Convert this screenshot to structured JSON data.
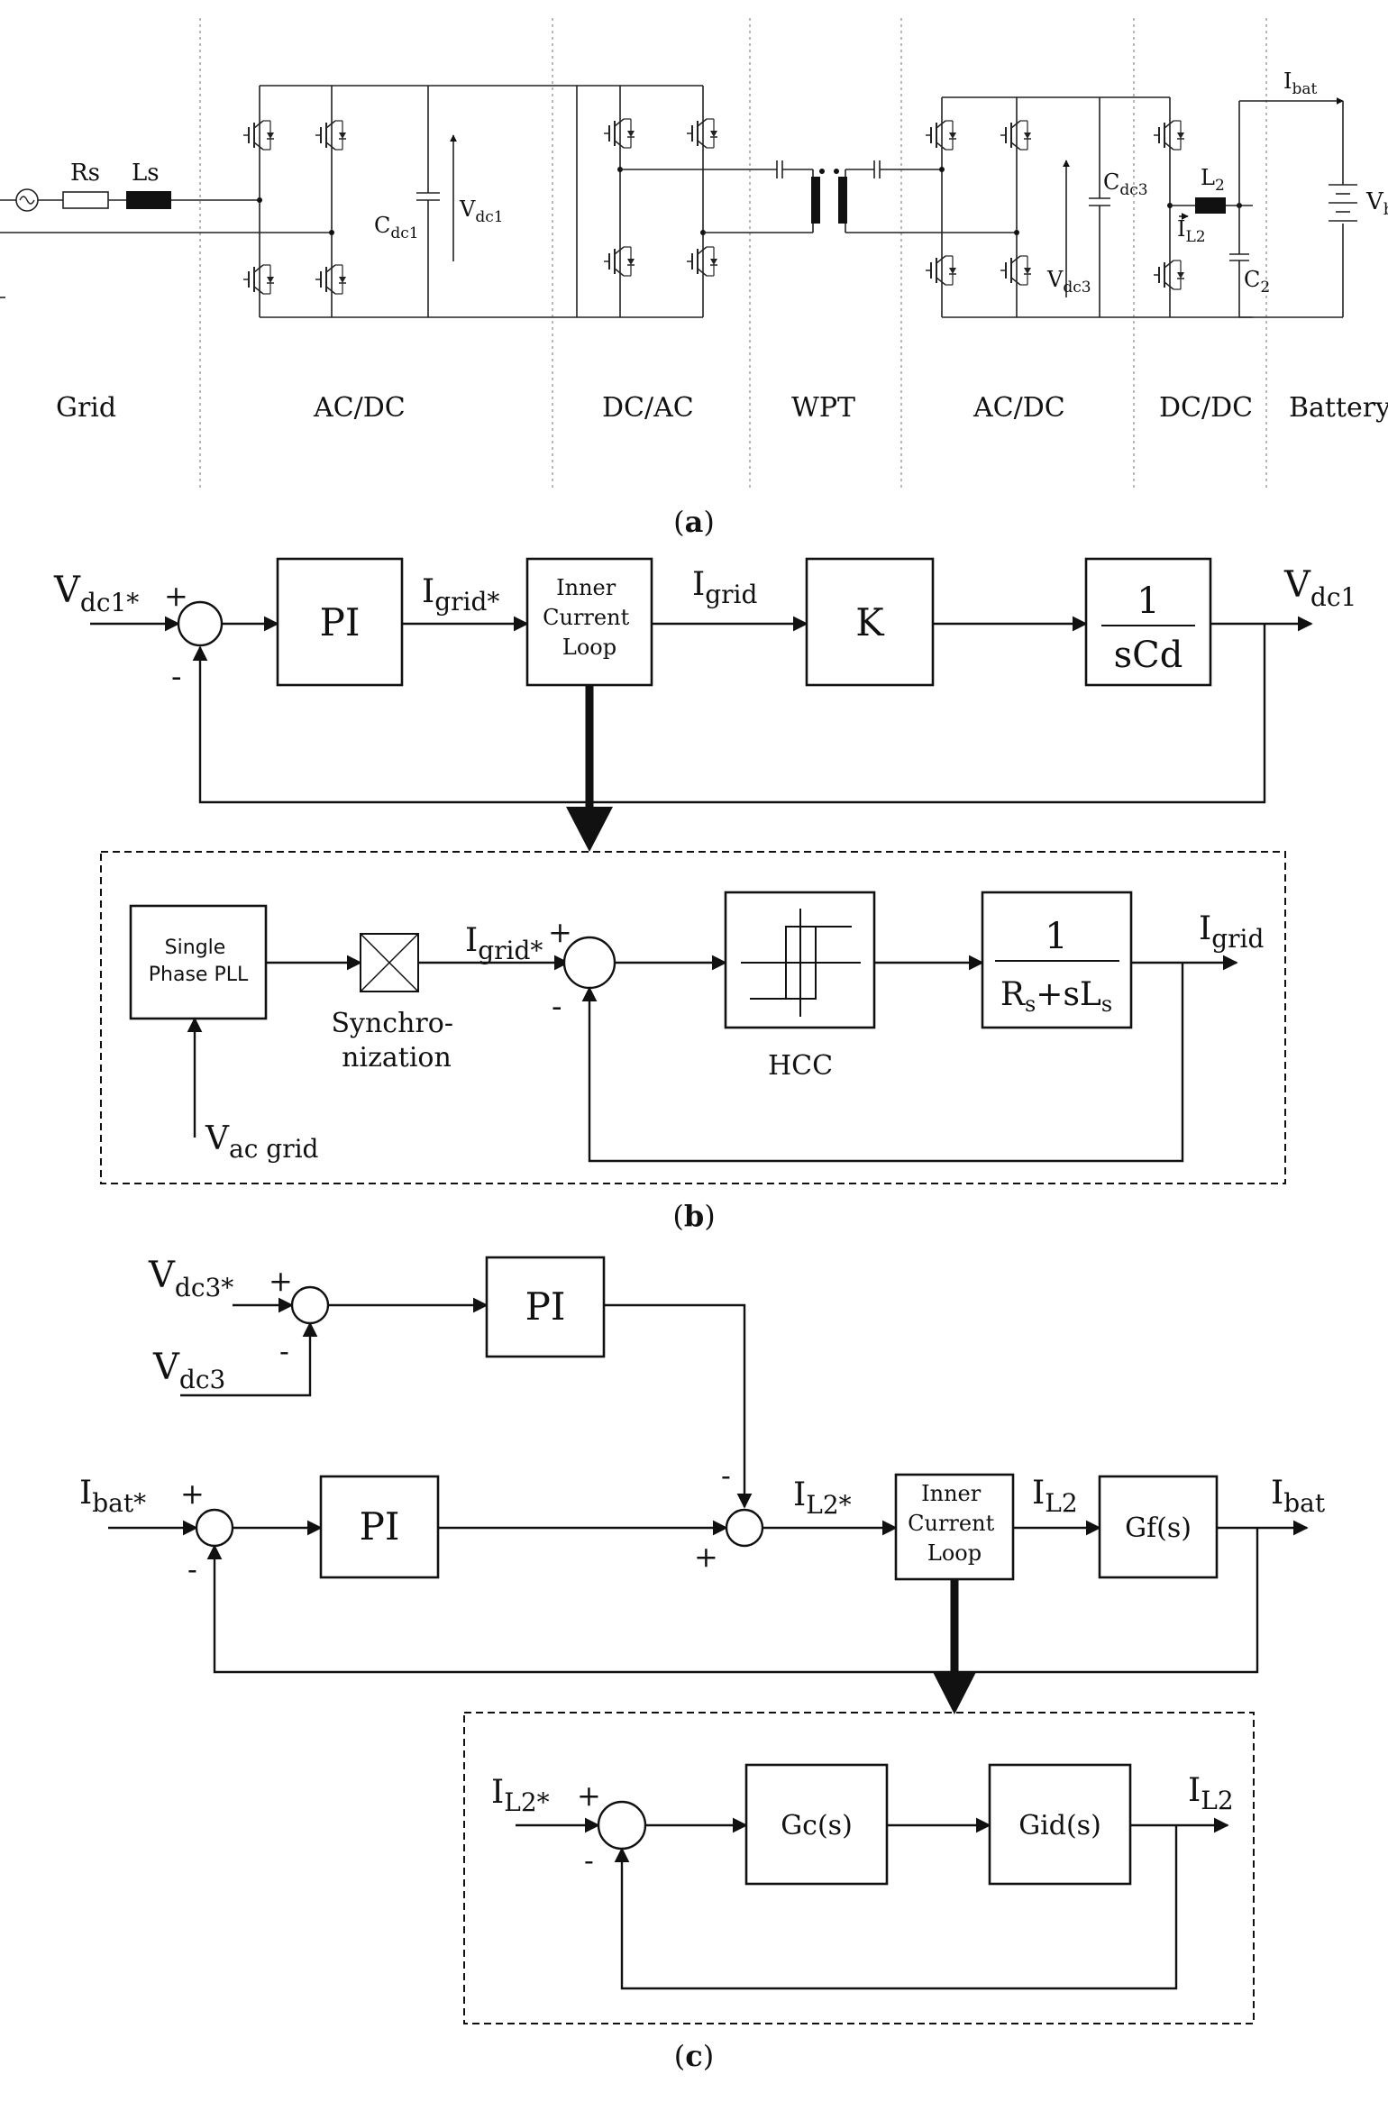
{
  "circuit": {
    "source_labels": {
      "rs": "Rs",
      "ls": "Ls"
    },
    "section_labels": [
      "Grid",
      "AC/DC",
      "DC/AC",
      "WPT",
      "AC/DC",
      "DC/DC",
      "Battery"
    ],
    "components": {
      "cdc1_main": "C",
      "cdc1_sub": "dc1",
      "vdc1_main": "V",
      "vdc1_sub": "dc1",
      "cdc3_main": "C",
      "cdc3_sub": "dc3",
      "vdc3_main": "V",
      "vdc3_sub": "dc3",
      "l2_main": "L",
      "l2_sub": "2",
      "il2_main": "I",
      "il2_sub": "L2",
      "c2_main": "C",
      "c2_sub": "2",
      "ibat_main": "I",
      "ibat_sub": "bat",
      "vbat_main": "V",
      "vbat_sub": "b"
    },
    "caption": "a"
  },
  "diagram_b": {
    "input_main": "V",
    "input_sub": "dc1*",
    "plus": "+",
    "minus": "-",
    "pi": "PI",
    "iref_main": "I",
    "iref_sub": "grid*",
    "inner_loop": [
      "Inner",
      "Current",
      "Loop"
    ],
    "igrid_main": "I",
    "igrid_sub": "grid",
    "k": "K",
    "tf_num": "1",
    "tf_den": "sCd",
    "output_main": "V",
    "output_sub": "dc1",
    "pll": [
      "Single",
      "Phase PLL"
    ],
    "sync": [
      "Synchro-",
      "nization"
    ],
    "hcc": "HCC",
    "tf2_num": "1",
    "tf2_den": {
      "r": "R",
      "r_sub": "s",
      "mid": "+sL",
      "l_sub": "s"
    },
    "vac_main": "V",
    "vac_sub": "ac grid",
    "caption": "b"
  },
  "diagram_c": {
    "vref_main": "V",
    "vref_sub": "dc3*",
    "vfb_main": "V",
    "vfb_sub": "dc3",
    "pi": "PI",
    "ibat_ref_main": "I",
    "ibat_ref_sub": "bat*",
    "plus": "+",
    "minus": "-",
    "il2ref_main": "I",
    "il2ref_sub": "L2*",
    "inner_loop": [
      "Inner",
      "Current",
      "Loop"
    ],
    "il2_main": "I",
    "il2_sub": "L2",
    "gf": "Gf(s)",
    "ibat_main": "I",
    "ibat_sub": "bat",
    "gc": "Gc(s)",
    "gid": "Gid(s)",
    "caption": "c"
  }
}
